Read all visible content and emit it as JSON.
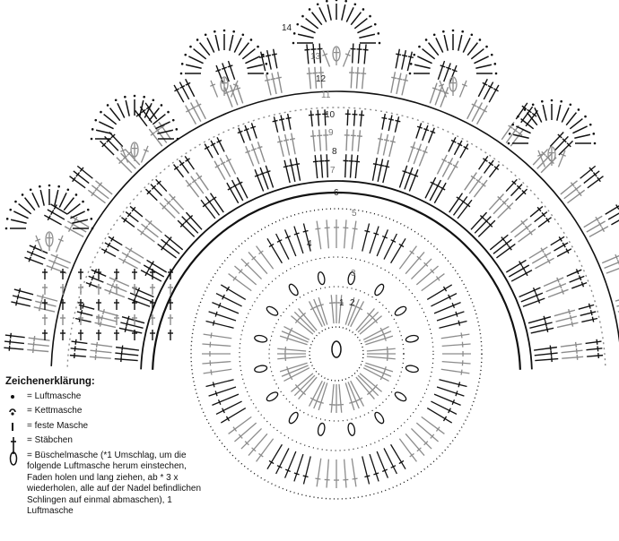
{
  "round_numbers": [
    "1",
    "2",
    "3",
    "4",
    "5",
    "6",
    "7",
    "8",
    "9",
    "10",
    "11",
    "12",
    "13",
    "14"
  ],
  "legend": {
    "title": "Zeichenerklärung:",
    "items": [
      {
        "symbol": "chain-dot-icon",
        "label": "= Luftmasche"
      },
      {
        "symbol": "slip-stitch-icon",
        "label": "= Kettmasche"
      },
      {
        "symbol": "single-crochet-icon",
        "label": "= feste Masche"
      },
      {
        "symbol": "double-crochet-icon",
        "label": "= Stäbchen"
      },
      {
        "symbol": "puff-stitch-icon",
        "label": "= Büschelmasche (*1 Umschlag, um die folgende Luftmasche herum einstechen, Faden holen und lang ziehen, ab * 3 x wiederholen, alle auf der Nadel befindlichen Schlingen auf einmal abmaschen), 1 Luftmasche"
      }
    ]
  },
  "colors": {
    "ink": "#111111",
    "gray": "#8c8c8c"
  }
}
